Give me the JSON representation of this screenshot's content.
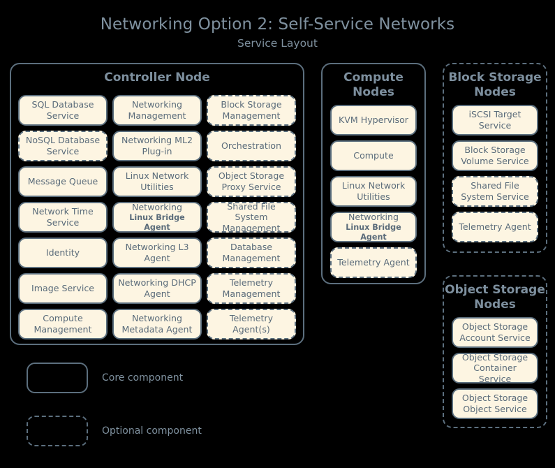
{
  "title": {
    "main": "Networking Option 2: Self-Service Networks",
    "sub": "Service Layout"
  },
  "colors": {
    "background": "#000000",
    "chip_fill": "#fdf5e2",
    "border": "#5c6f7e",
    "heading_text": "#7d8f9e",
    "chip_text": "#5a6b7a"
  },
  "sections": [
    {
      "id": "controller",
      "title": "Controller Node",
      "optional": false,
      "layout": "grid-3",
      "items": [
        {
          "label": "SQL Database Service",
          "optional": false
        },
        {
          "label": "Networking Management",
          "optional": false
        },
        {
          "label": "Block Storage Management",
          "optional": true
        },
        {
          "label": "NoSQL Database Service",
          "optional": true
        },
        {
          "label": "Networking ML2 Plug-in",
          "optional": false
        },
        {
          "label": "Orchestration",
          "optional": true
        },
        {
          "label": "Message Queue",
          "optional": false
        },
        {
          "label": "Linux Network Utilities",
          "optional": false
        },
        {
          "label": "Object Storage Proxy Service",
          "optional": true
        },
        {
          "label": "Network Time Service",
          "optional": false
        },
        {
          "label": "Networking",
          "sub": "Linux Bridge Agent",
          "optional": false
        },
        {
          "label": "Shared File System Management",
          "optional": true
        },
        {
          "label": "Identity",
          "optional": false
        },
        {
          "label": "Networking L3 Agent",
          "optional": false
        },
        {
          "label": "Database Management",
          "optional": true
        },
        {
          "label": "Image Service",
          "optional": false
        },
        {
          "label": "Networking DHCP Agent",
          "optional": false
        },
        {
          "label": "Telemetry Management",
          "optional": true
        },
        {
          "label": "Compute Management",
          "optional": false
        },
        {
          "label": "Networking Metadata Agent",
          "optional": false
        },
        {
          "label": "Telemetry Agent(s)",
          "optional": true
        }
      ]
    },
    {
      "id": "compute",
      "title": "Compute Nodes",
      "optional": false,
      "layout": "stack",
      "items": [
        {
          "label": "KVM Hypervisor",
          "optional": false
        },
        {
          "label": "Compute",
          "optional": false
        },
        {
          "label": "Linux Network Utilities",
          "optional": false
        },
        {
          "label": "Networking",
          "sub": "Linux Bridge Agent",
          "optional": false
        },
        {
          "label": "Telemetry Agent",
          "optional": true
        }
      ]
    },
    {
      "id": "blockstorage",
      "title": "Block Storage Nodes",
      "optional": true,
      "layout": "stack",
      "items": [
        {
          "label": "iSCSI Target Service",
          "optional": false
        },
        {
          "label": "Block Storage Volume Service",
          "optional": false
        },
        {
          "label": "Shared File System Service",
          "optional": true
        },
        {
          "label": "Telemetry Agent",
          "optional": true
        }
      ]
    },
    {
      "id": "objectstorage",
      "title": "Object Storage Nodes",
      "optional": true,
      "layout": "stack",
      "items": [
        {
          "label": "Object Storage Account Service",
          "optional": false
        },
        {
          "label": "Object Storage Container Service",
          "optional": false
        },
        {
          "label": "Object Storage Object Service",
          "optional": false
        }
      ]
    }
  ],
  "legend": [
    {
      "label": "Core component",
      "optional": false
    },
    {
      "label": "Optional component",
      "optional": true
    }
  ]
}
